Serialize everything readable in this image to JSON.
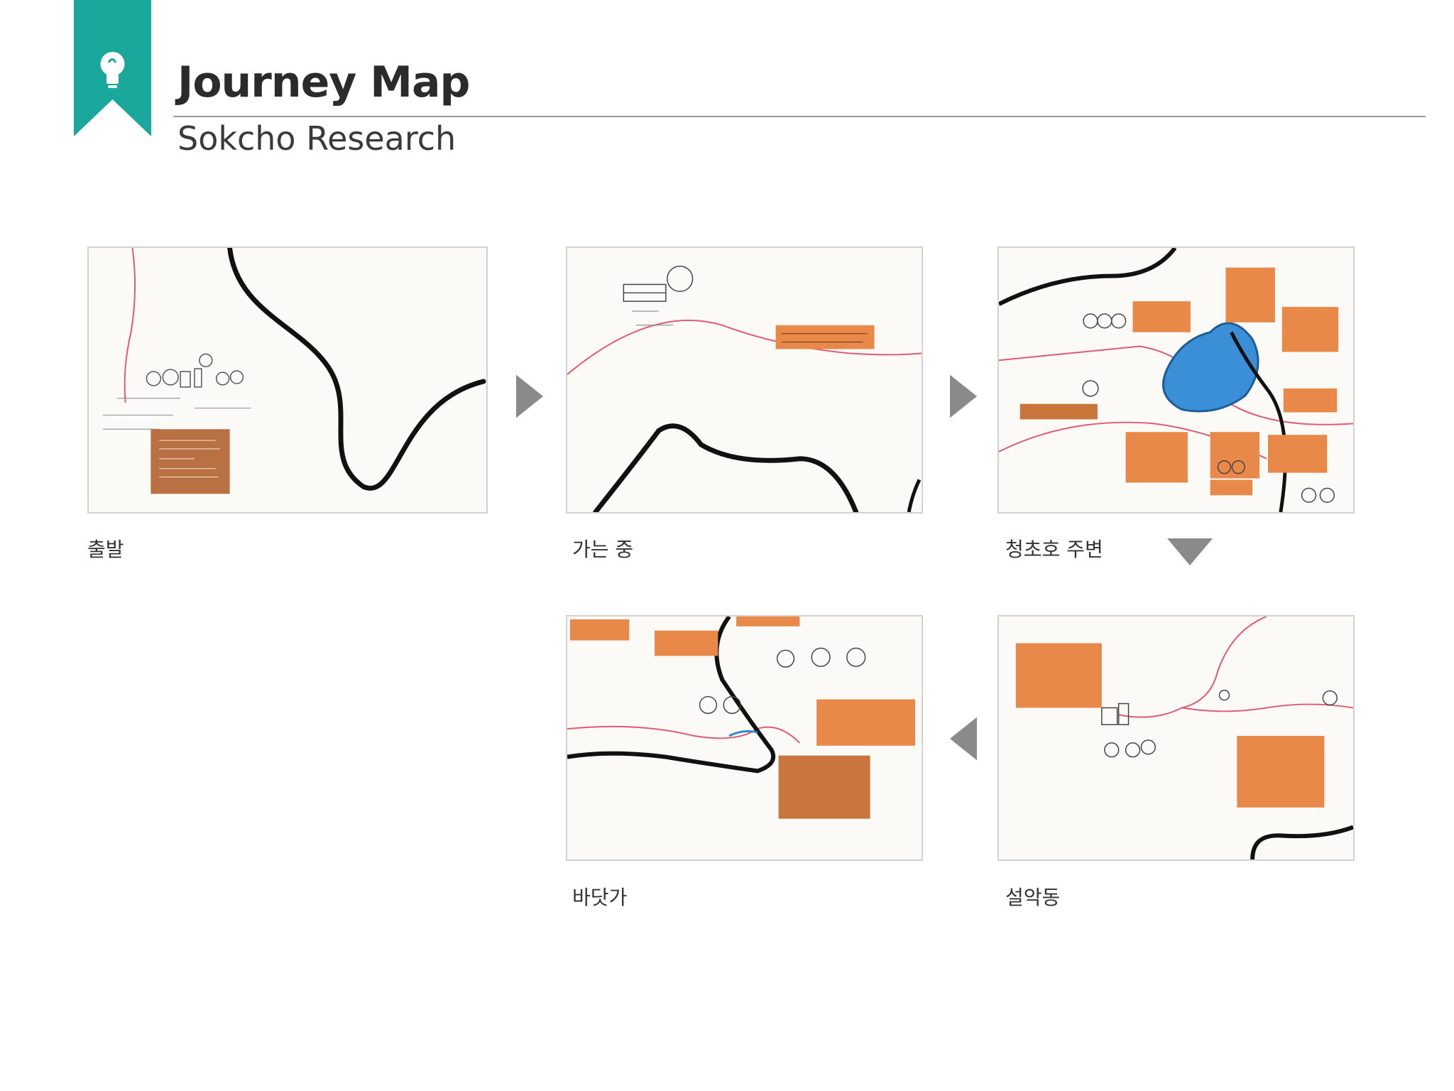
{
  "header": {
    "title": "Journey Map",
    "subtitle": "Sokcho Research",
    "accent_color": "#1aa79c",
    "icon": "lightbulb-icon"
  },
  "stages": [
    {
      "label": "출발"
    },
    {
      "label": "가는 중"
    },
    {
      "label": "청초호 주변"
    },
    {
      "label": "설악동"
    },
    {
      "label": "바닷가"
    }
  ],
  "arrows": [
    "right",
    "right",
    "down",
    "left"
  ],
  "colors": {
    "arrow": "#8a8a8a",
    "sticky_note": "#e8894a",
    "road": "#111111",
    "route": "#e05a72",
    "lake": "#3a8fd6"
  }
}
